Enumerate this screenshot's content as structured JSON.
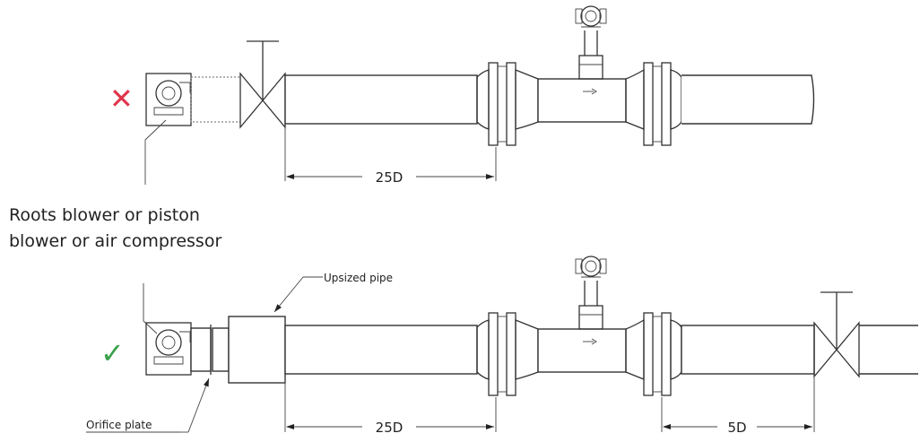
{
  "labels": {
    "top_dimension": "25D",
    "blower_line1": "Roots blower or piston",
    "blower_line2": "blower or air compressor",
    "upsized_pipe": "Upsized pipe",
    "bottom_dimension_upstream": "25D",
    "bottom_dimension_downstream": "5D",
    "orifice_plate": "Orifice plate"
  },
  "marks": {
    "wrong_mark": "✕",
    "right_mark": "✓"
  },
  "colors": {
    "wrong": "#e0344a",
    "right": "#3aa04a",
    "line": "#333333"
  },
  "icons": [
    "blower-icon",
    "gate-valve-icon",
    "flowmeter-icon",
    "flange-icon",
    "arrow-icon"
  ]
}
